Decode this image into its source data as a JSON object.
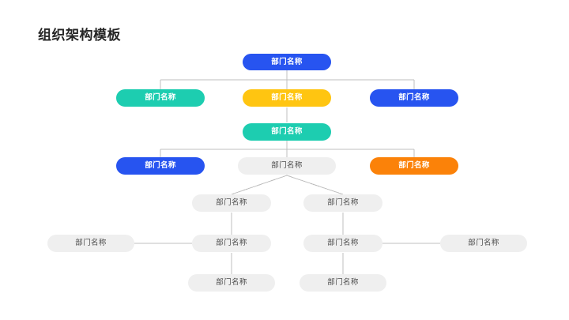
{
  "slide": {
    "title": "组织架构模板",
    "background": "#ffffff"
  },
  "palette": {
    "blue": "#2754F0",
    "teal": "#1DCDB0",
    "yellow": "#FFC511",
    "orange": "#FB8209",
    "gray": "#EFEFEF",
    "gray_text": "#4A4A4A",
    "connector": "#BFBFBF",
    "title_text": "#262626"
  },
  "chart_data": {
    "type": "diagram",
    "title": "组织架构模板",
    "node_label": "部门名称",
    "levels": [
      {
        "level": 1,
        "nodes": [
          {
            "label": "部门名称",
            "color": "blue"
          }
        ]
      },
      {
        "level": 2,
        "nodes": [
          {
            "label": "部门名称",
            "color": "teal"
          },
          {
            "label": "部门名称",
            "color": "yellow"
          },
          {
            "label": "部门名称",
            "color": "blue"
          }
        ]
      },
      {
        "level": 3,
        "nodes": [
          {
            "label": "部门名称",
            "color": "teal"
          }
        ]
      },
      {
        "level": 4,
        "nodes": [
          {
            "label": "部门名称",
            "color": "blue"
          },
          {
            "label": "部门名称",
            "color": "gray"
          },
          {
            "label": "部门名称",
            "color": "orange"
          }
        ]
      },
      {
        "level": 5,
        "nodes": [
          {
            "label": "部门名称",
            "color": "gray"
          },
          {
            "label": "部门名称",
            "color": "gray"
          }
        ]
      },
      {
        "level": 6,
        "nodes": [
          {
            "label": "部门名称",
            "color": "gray"
          },
          {
            "label": "部门名称",
            "color": "gray"
          },
          {
            "label": "部门名称",
            "color": "gray"
          },
          {
            "label": "部门名称",
            "color": "gray"
          }
        ]
      },
      {
        "level": 7,
        "nodes": [
          {
            "label": "部门名称",
            "color": "gray"
          },
          {
            "label": "部门名称",
            "color": "gray"
          }
        ]
      }
    ]
  },
  "nodes": {
    "r1c1": "部门名称",
    "r2c1": "部门名称",
    "r2c2": "部门名称",
    "r2c3": "部门名称",
    "r3c1": "部门名称",
    "r4c1": "部门名称",
    "r4c2": "部门名称",
    "r4c3": "部门名称",
    "r5c1": "部门名称",
    "r5c2": "部门名称",
    "r6c1": "部门名称",
    "r6c2": "部门名称",
    "r6c3": "部门名称",
    "r6c4": "部门名称",
    "r7c1": "部门名称",
    "r7c2": "部门名称"
  }
}
